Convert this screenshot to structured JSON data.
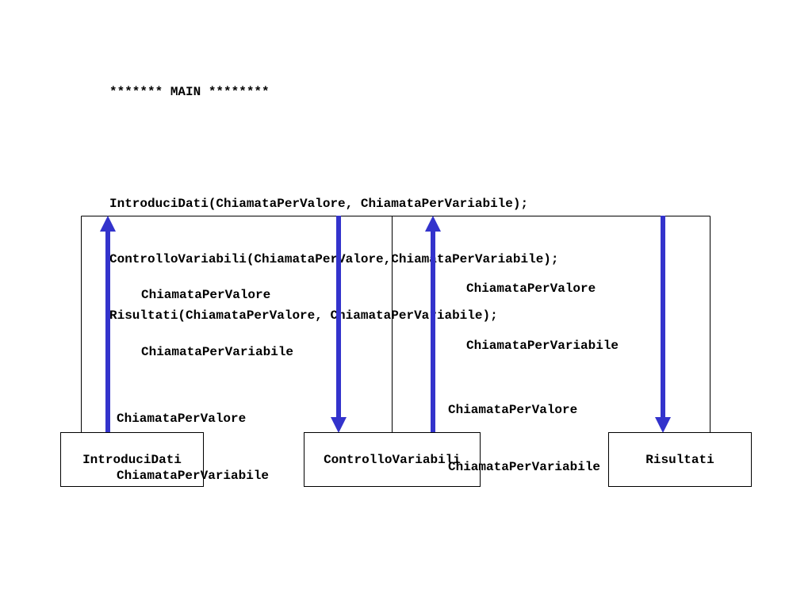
{
  "main_code": {
    "header": "******* MAIN ********",
    "lines": [
      "IntroduciDati(ChiamataPerValore, ChiamataPerVariabile);",
      "ControlloVariabili(ChiamataPerValore,ChiamataPerVariabile);",
      "Risultati(ChiamataPerValore, ChiamataPerVariabile);"
    ]
  },
  "diagram": {
    "nodes": [
      {
        "id": "introduci",
        "label": "IntroduciDati"
      },
      {
        "id": "controllo",
        "label": "ControlloVariabili"
      },
      {
        "id": "risultati",
        "label": "Risultati"
      }
    ],
    "flows": [
      {
        "from": "IntroduciDati",
        "to": "main",
        "direction": "up",
        "params": [
          "ChiamataPerValore",
          "ChiamataPerVariabile"
        ]
      },
      {
        "from": "main",
        "to": "ControlloVariabili",
        "direction": "down",
        "params": [
          "ChiamataPerValore",
          "ChiamataPerVariabile"
        ]
      },
      {
        "from": "ControlloVariabili",
        "to": "main",
        "direction": "up",
        "params": [
          "ChiamataPerValore",
          "ChiamataPerVariabile"
        ]
      },
      {
        "from": "main",
        "to": "Risultati",
        "direction": "down",
        "params": [
          "ChiamataPerValore",
          "ChiamataPerVariabile"
        ]
      }
    ],
    "arrow_color": "#3333cc",
    "line_color": "#000000"
  }
}
